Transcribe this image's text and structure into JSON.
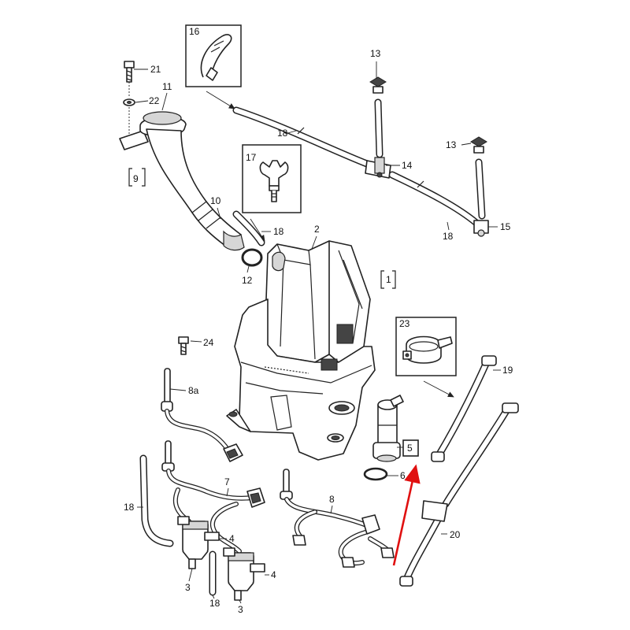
{
  "labels": {
    "p1": "1",
    "p2": "2",
    "p3a": "3",
    "p3b": "3",
    "p4a": "4",
    "p4b": "4",
    "p5": "5",
    "p6": "6",
    "p7": "7",
    "p8": "8",
    "p8a": "8a",
    "p9": "9",
    "p10": "10",
    "p11": "11",
    "p12": "12",
    "p13a": "13",
    "p13b": "13",
    "p14": "14",
    "p15": "15",
    "p16": "16",
    "p17": "17",
    "p18a": "18",
    "p18b": "18",
    "p18c": "18",
    "p18d": "18",
    "p18e": "18",
    "p19": "19",
    "p20": "20",
    "p21": "21",
    "p22": "22",
    "p23": "23",
    "p24": "24"
  },
  "colors": {
    "highlight_arrow": "#e01010",
    "line": "#222222",
    "background": "#ffffff"
  }
}
